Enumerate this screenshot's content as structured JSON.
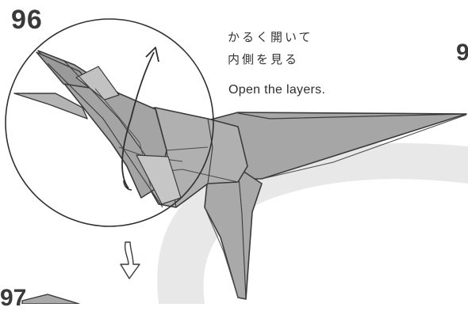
{
  "step_current": "96",
  "step_next_partial": "9",
  "step_following_partial": "97",
  "instruction": {
    "japanese_line1": "かるく開いて",
    "japanese_line2": "内側を見る",
    "english": "Open the layers."
  },
  "colors": {
    "paper": "#a9a9a9",
    "paper_dark": "#8e8e8e",
    "paper_light": "#c4c4c4",
    "outline": "#3f3f3f",
    "motion_band": "#e6e6e6"
  },
  "icons": [
    "zoom-circle-icon",
    "open-arrow-icon",
    "down-arrow-icon"
  ]
}
